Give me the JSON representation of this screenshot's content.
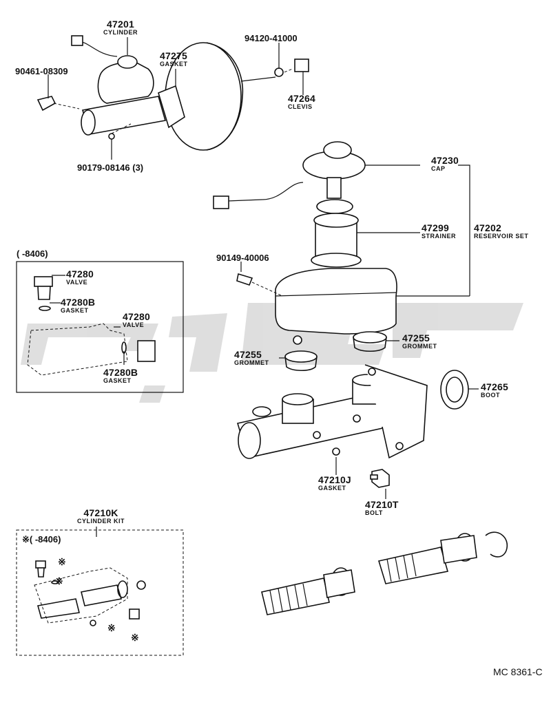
{
  "labels": {
    "p47201": {
      "num": "47201",
      "sub": "CYLINDER"
    },
    "p47275": {
      "num": "47275",
      "sub": "GASKET"
    },
    "p94120": {
      "num": "94120-41000"
    },
    "p90461": {
      "num": "90461-08309"
    },
    "p47264": {
      "num": "47264",
      "sub": "CLEVIS"
    },
    "p90179": {
      "num": "90179-08146 (3)"
    },
    "p47230": {
      "num": "47230",
      "sub": "CAP"
    },
    "p47299": {
      "num": "47299",
      "sub": "STRAINER"
    },
    "p47202": {
      "num": "47202",
      "sub": "RESERVOIR SET"
    },
    "p90149": {
      "num": "90149-40006"
    },
    "inset1_range": {
      "num": "(      -8406)"
    },
    "p47280a": {
      "num": "47280",
      "sub": "VALVE"
    },
    "p47280Ba": {
      "num": "47280B",
      "sub": "GASKET"
    },
    "p47280b": {
      "num": "47280",
      "sub": "VALVE"
    },
    "p47280Bb": {
      "num": "47280B",
      "sub": "GASKET"
    },
    "p47255a": {
      "num": "47255",
      "sub": "GROMMET"
    },
    "p47255b": {
      "num": "47255",
      "sub": "GROMMET"
    },
    "p47265": {
      "num": "47265",
      "sub": "BOOT"
    },
    "p47210J": {
      "num": "47210J",
      "sub": "GASKET"
    },
    "p47210T": {
      "num": "47210T",
      "sub": "BOLT"
    },
    "p47210K": {
      "num": "47210K",
      "sub": "CYLINDER KIT"
    },
    "inset2_range": {
      "num": "※(      -8406)"
    },
    "footer": {
      "num": "MC 8361-C"
    }
  },
  "markers": {
    "kit_mark": "※"
  },
  "colors": {
    "ink": "#111111",
    "watermark": "#d8d8d8"
  }
}
